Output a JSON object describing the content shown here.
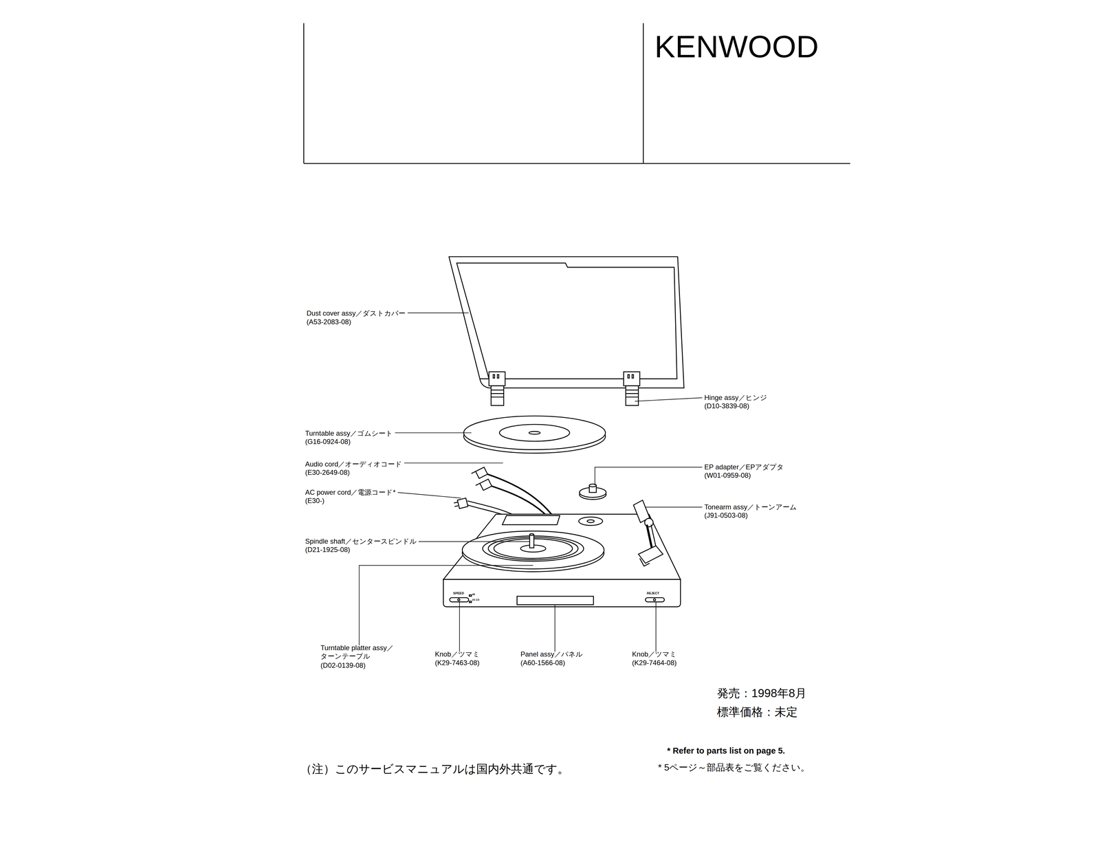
{
  "diagram": {
    "labels": [
      "KENWOOD",
      "Dust cover assy／ダストカバー",
      "(A53-2083-08)",
      "Hinge assy／ヒンジ",
      "(D10-3839-08)",
      "Turntable assy／ゴムシート",
      "(G16-0924-08)",
      "Audio cord／オーディオコード",
      "(E30-2649-08)",
      "AC power cord／電源コード*",
      "(E30-)",
      "EP adapter／EPアダプタ",
      "(W01-0959-08)",
      "Tonearm assy／トーンアーム",
      "(J91-0503-08)",
      "Spindle shaft／センタースピンドル",
      "(D21-1925-08)",
      "Turntable platter assy／ ターンテーブル",
      "(D02-0139-08)",
      "Knob／ツマミ",
      "(K29-7463-08)",
      "Panel assy／パネル",
      "(A60-1566-08)",
      "Knob／ツマミ",
      "(K29-7464-08)",
      "SPEED",
      "45",
      "33 1/3",
      "REJECT",
      "発売：1998年8月",
      "標準価格：未定",
      "* Refer to parts list on page 5.",
      "* 5ページ～部品表をご覧ください。",
      "（注）このサービスマニュアルは国内外共通です。"
    ]
  }
}
